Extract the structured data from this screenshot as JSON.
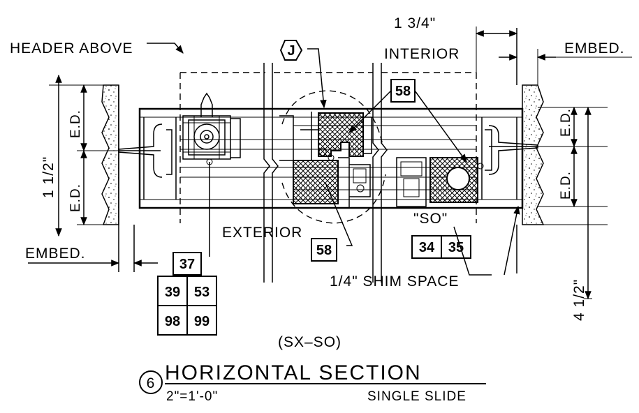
{
  "labels": {
    "header_above": "HEADER ABOVE",
    "interior": "INTERIOR",
    "exterior": "EXTERIOR",
    "embed_right": "EMBED.",
    "embed_left": "EMBED.",
    "dim_top": "1 3/4\"",
    "dim_left": "1 1/2\"",
    "ed_left_top": "E.D.",
    "ed_left_bottom": "E.D.",
    "ed_right_top": "E.D.",
    "ed_right_bottom": "E.D.",
    "dim_right": "4 1/2\"",
    "so": "\"SO\"",
    "shim_space": "1/4\" SHIM SPACE",
    "config": "(SX–SO)"
  },
  "callouts": {
    "detail_hex": "J",
    "box_58_top": "58",
    "box_58_bottom": "58",
    "box_37": "37",
    "box_39": "39",
    "box_53": "53",
    "box_98": "98",
    "box_99": "99",
    "box_34": "34",
    "box_35": "35"
  },
  "title_block": {
    "number": "6",
    "title": "HORIZONTAL SECTION",
    "scale": "2\"=1'-0\"",
    "subtitle": "SINGLE SLIDE"
  }
}
